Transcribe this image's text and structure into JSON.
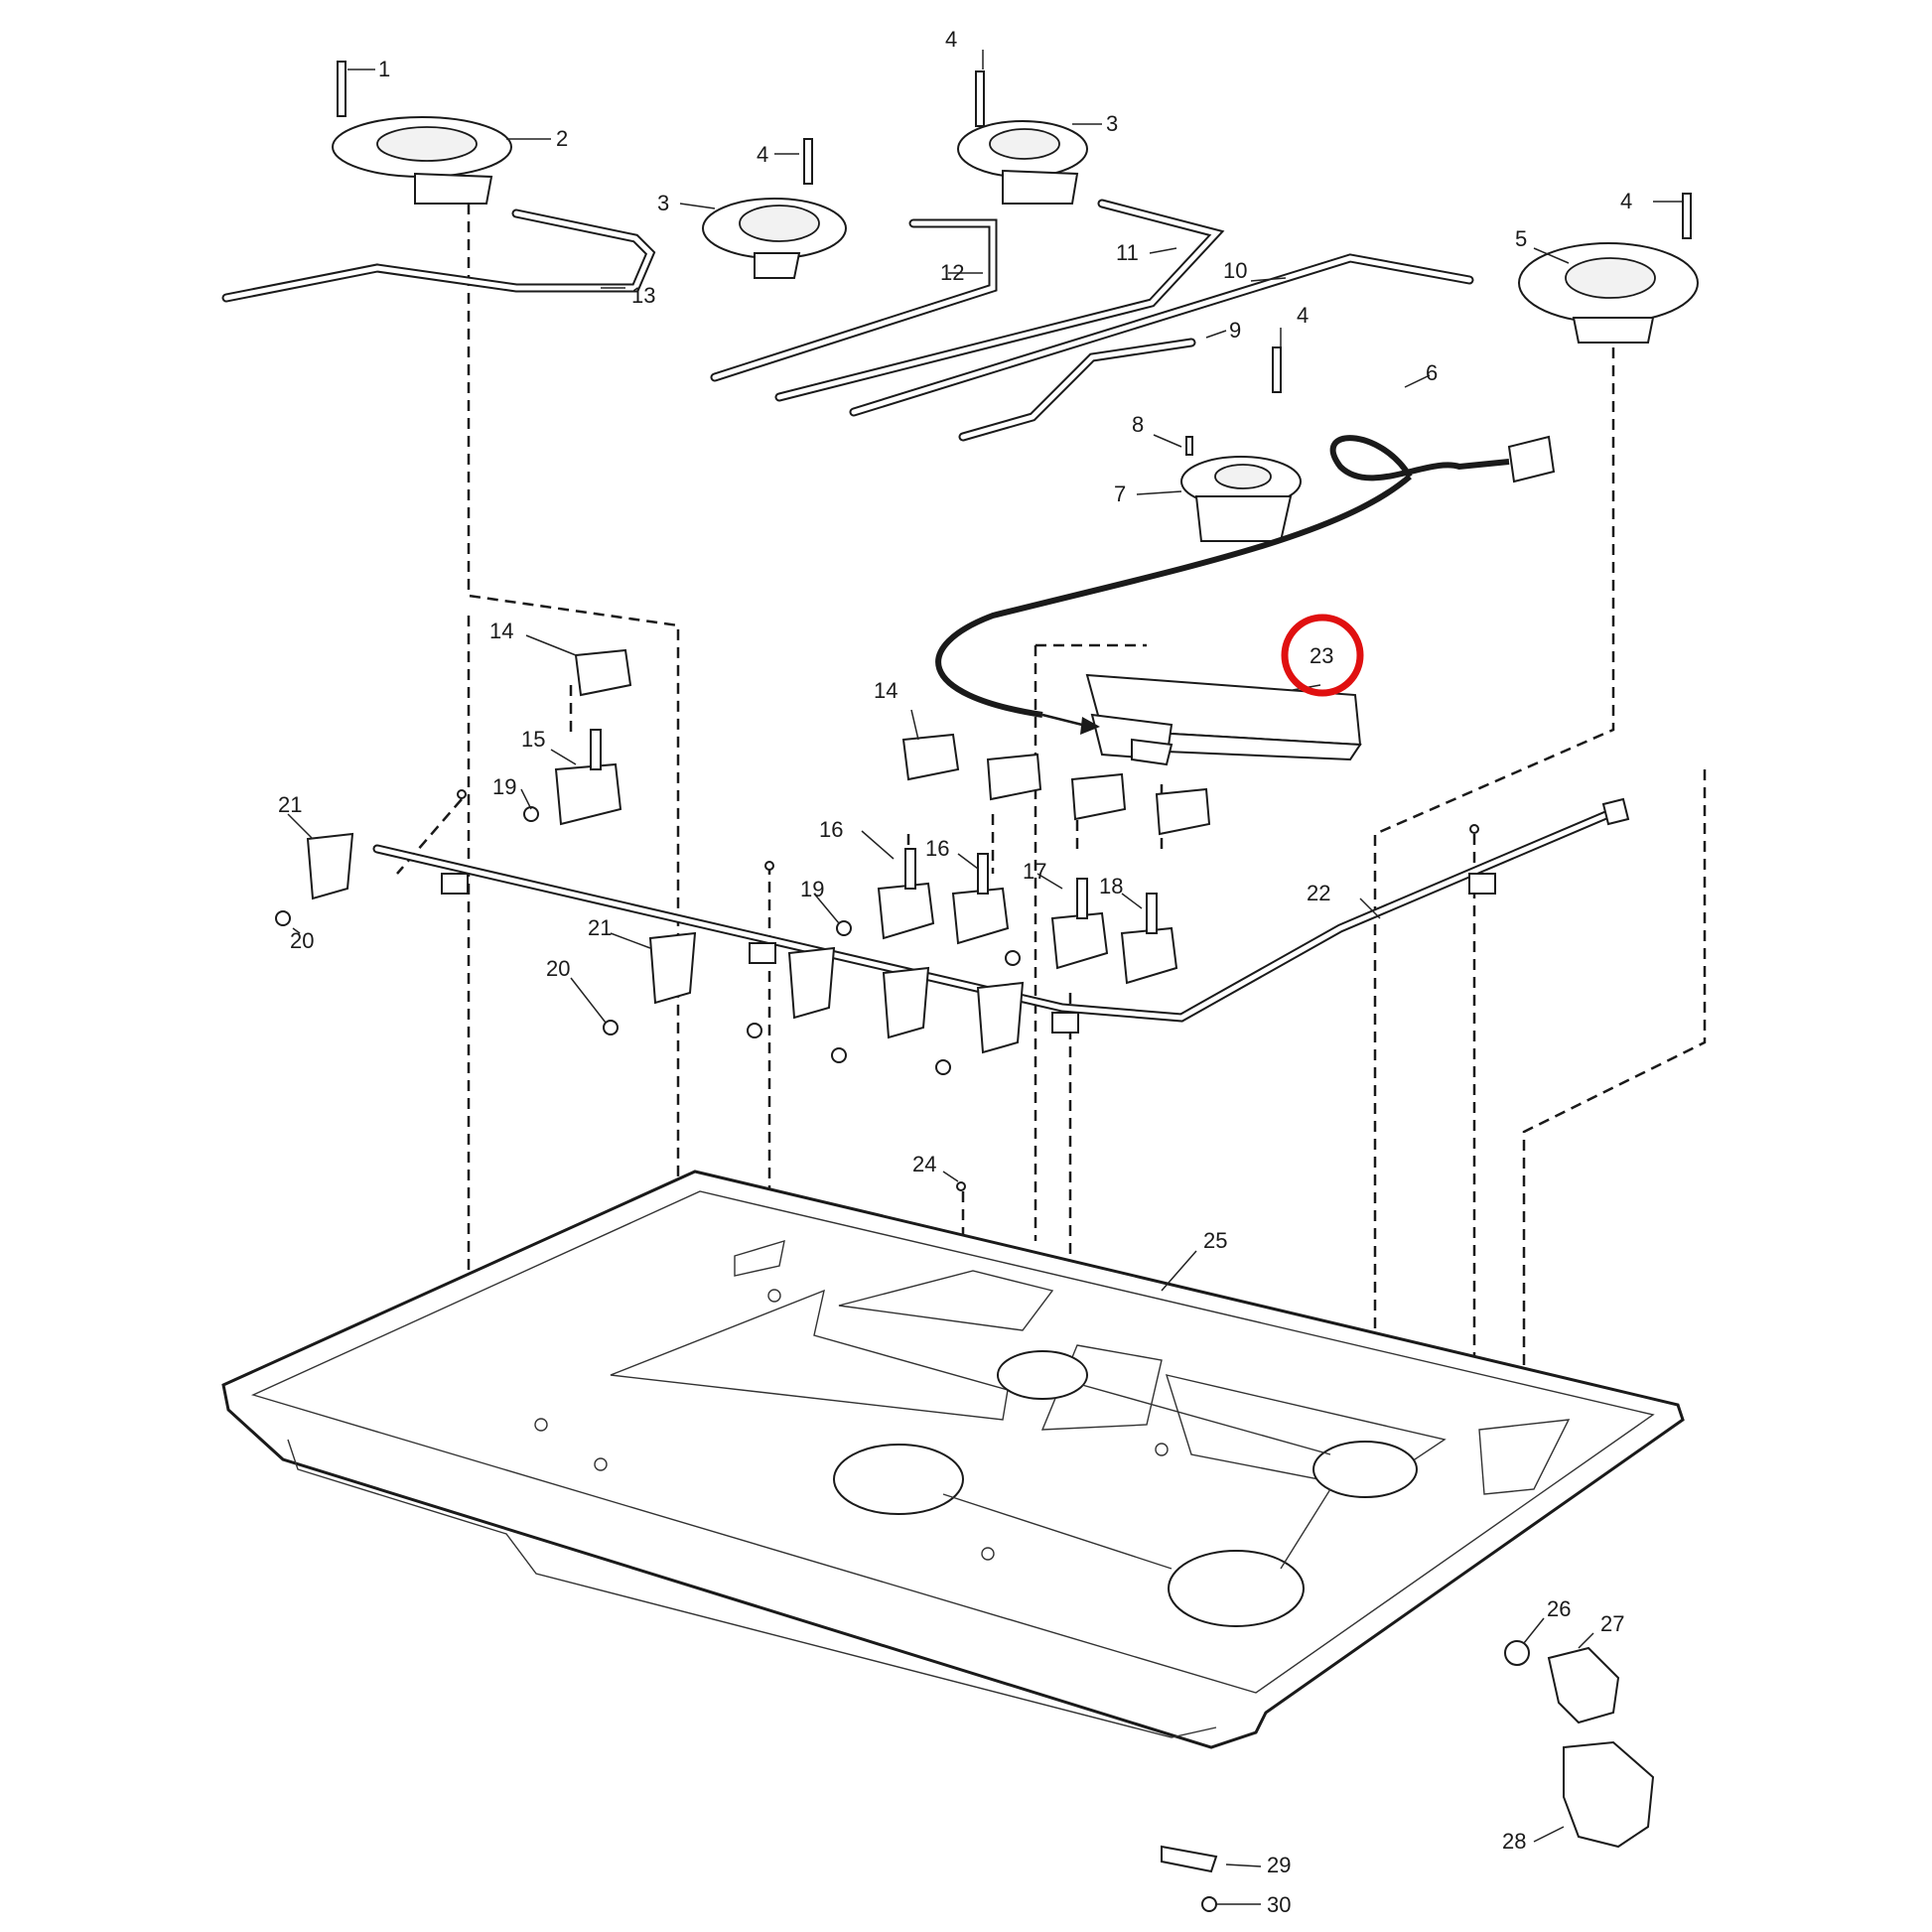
{
  "diagram": {
    "callouts": {
      "c1": "1",
      "c2": "2",
      "c3a": "3",
      "c3b": "3",
      "c4a": "4",
      "c4b": "4",
      "c4c": "4",
      "c4d": "4",
      "c5": "5",
      "c6": "6",
      "c7": "7",
      "c8": "8",
      "c9": "9",
      "c10": "10",
      "c11": "11",
      "c12": "12",
      "c13": "13",
      "c14a": "14",
      "c14b": "14",
      "c15": "15",
      "c16a": "16",
      "c16b": "16",
      "c17": "17",
      "c18": "18",
      "c19a": "19",
      "c19b": "19",
      "c20a": "20",
      "c20b": "20",
      "c21a": "21",
      "c21b": "21",
      "c22": "22",
      "c23": "23",
      "c24": "24",
      "c25": "25",
      "c26": "26",
      "c27": "27",
      "c28": "28",
      "c29": "29",
      "c30": "30"
    },
    "highlight": {
      "color": "#e01010",
      "target": "23"
    }
  }
}
